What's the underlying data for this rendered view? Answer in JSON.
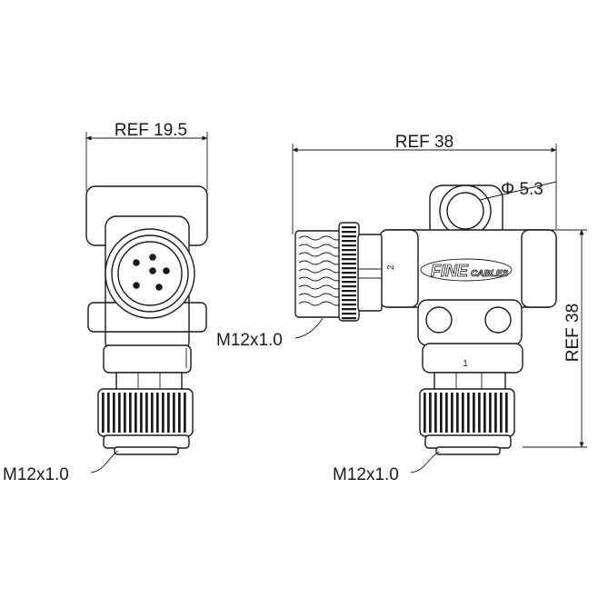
{
  "dimensions": {
    "front_width": "REF 19.5",
    "side_length": "REF 38",
    "side_height": "REF 38",
    "hole_diameter": "Φ 5.3",
    "thread_front_bottom": "M12x1.0",
    "thread_side_left": "M12x1.0",
    "thread_side_bottom": "M12x1.0"
  },
  "port_labels": {
    "port_1": "1",
    "port_2": "2"
  },
  "brand": {
    "main": "FINE",
    "sub": "CABLES"
  },
  "colors": {
    "line": "#1a1a1a",
    "background": "#ffffff"
  }
}
